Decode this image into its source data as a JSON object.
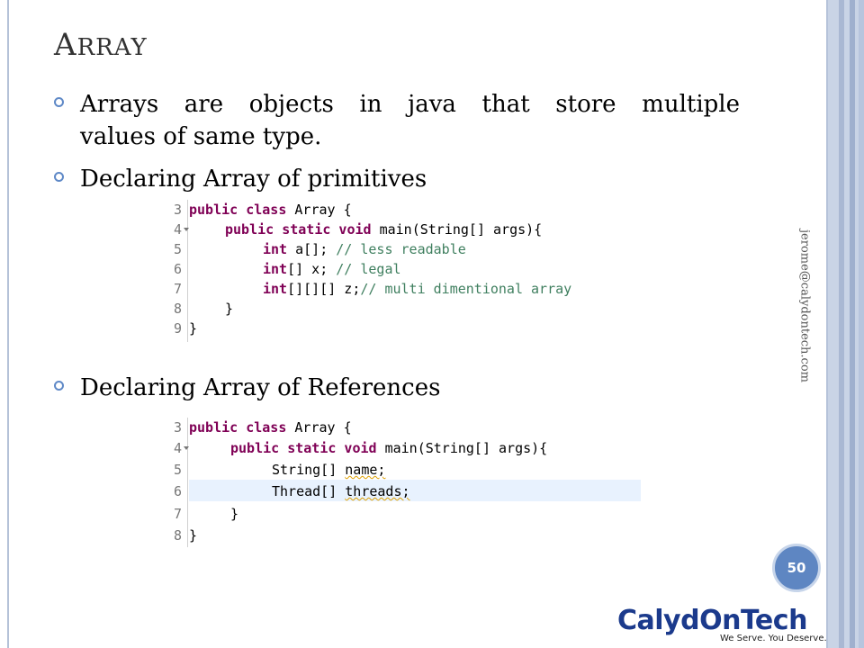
{
  "slide": {
    "title_cap": "A",
    "title_rest": "RRAY",
    "bullets": {
      "b1_line1": "Arrays are objects in java that store multiple",
      "b1_line2": "values of same type.",
      "b2": "Declaring Array of primitives",
      "b3": "Declaring Array of References"
    },
    "code1": {
      "n3": "3",
      "n4": "4",
      "n5": "5",
      "n6": "6",
      "n7": "7",
      "n8": "8",
      "n9": "9",
      "l3_kw": "public class",
      "l3_rest": " Array {",
      "l4_kw": "public static void",
      "l4_rest": " main(String[] args){",
      "l5_kw": "int",
      "l5_rest": " a[]; ",
      "l5_cm": "// less readable",
      "l6_kw": "int",
      "l6_rest": "[] x; ",
      "l6_cm": "// legal",
      "l7_kw": "int",
      "l7_rest": "[][][] z;",
      "l7_cm": "// multi dimentional array",
      "l8": "}",
      "l9": "}"
    },
    "code2": {
      "n3": "3",
      "n4": "4",
      "n5": "5",
      "n6": "6",
      "n7": "7",
      "n8": "8",
      "l3_kw": "public class",
      "l3_rest": " Array {",
      "l4_kw": "public static void",
      "l4_rest": " main(String[] args){",
      "l5_a": "String[] ",
      "l5_b": "name;",
      "l6_a": "Thread[] ",
      "l6_b": "threads;",
      "l7": "}",
      "l8": "}"
    },
    "email": "jerome@calydontech.com",
    "page_number": "50",
    "logo": {
      "name": "Calyd",
      "name_on": "On",
      "name_tech": "Tech",
      "tagline": "We Serve. You Deserve."
    }
  }
}
